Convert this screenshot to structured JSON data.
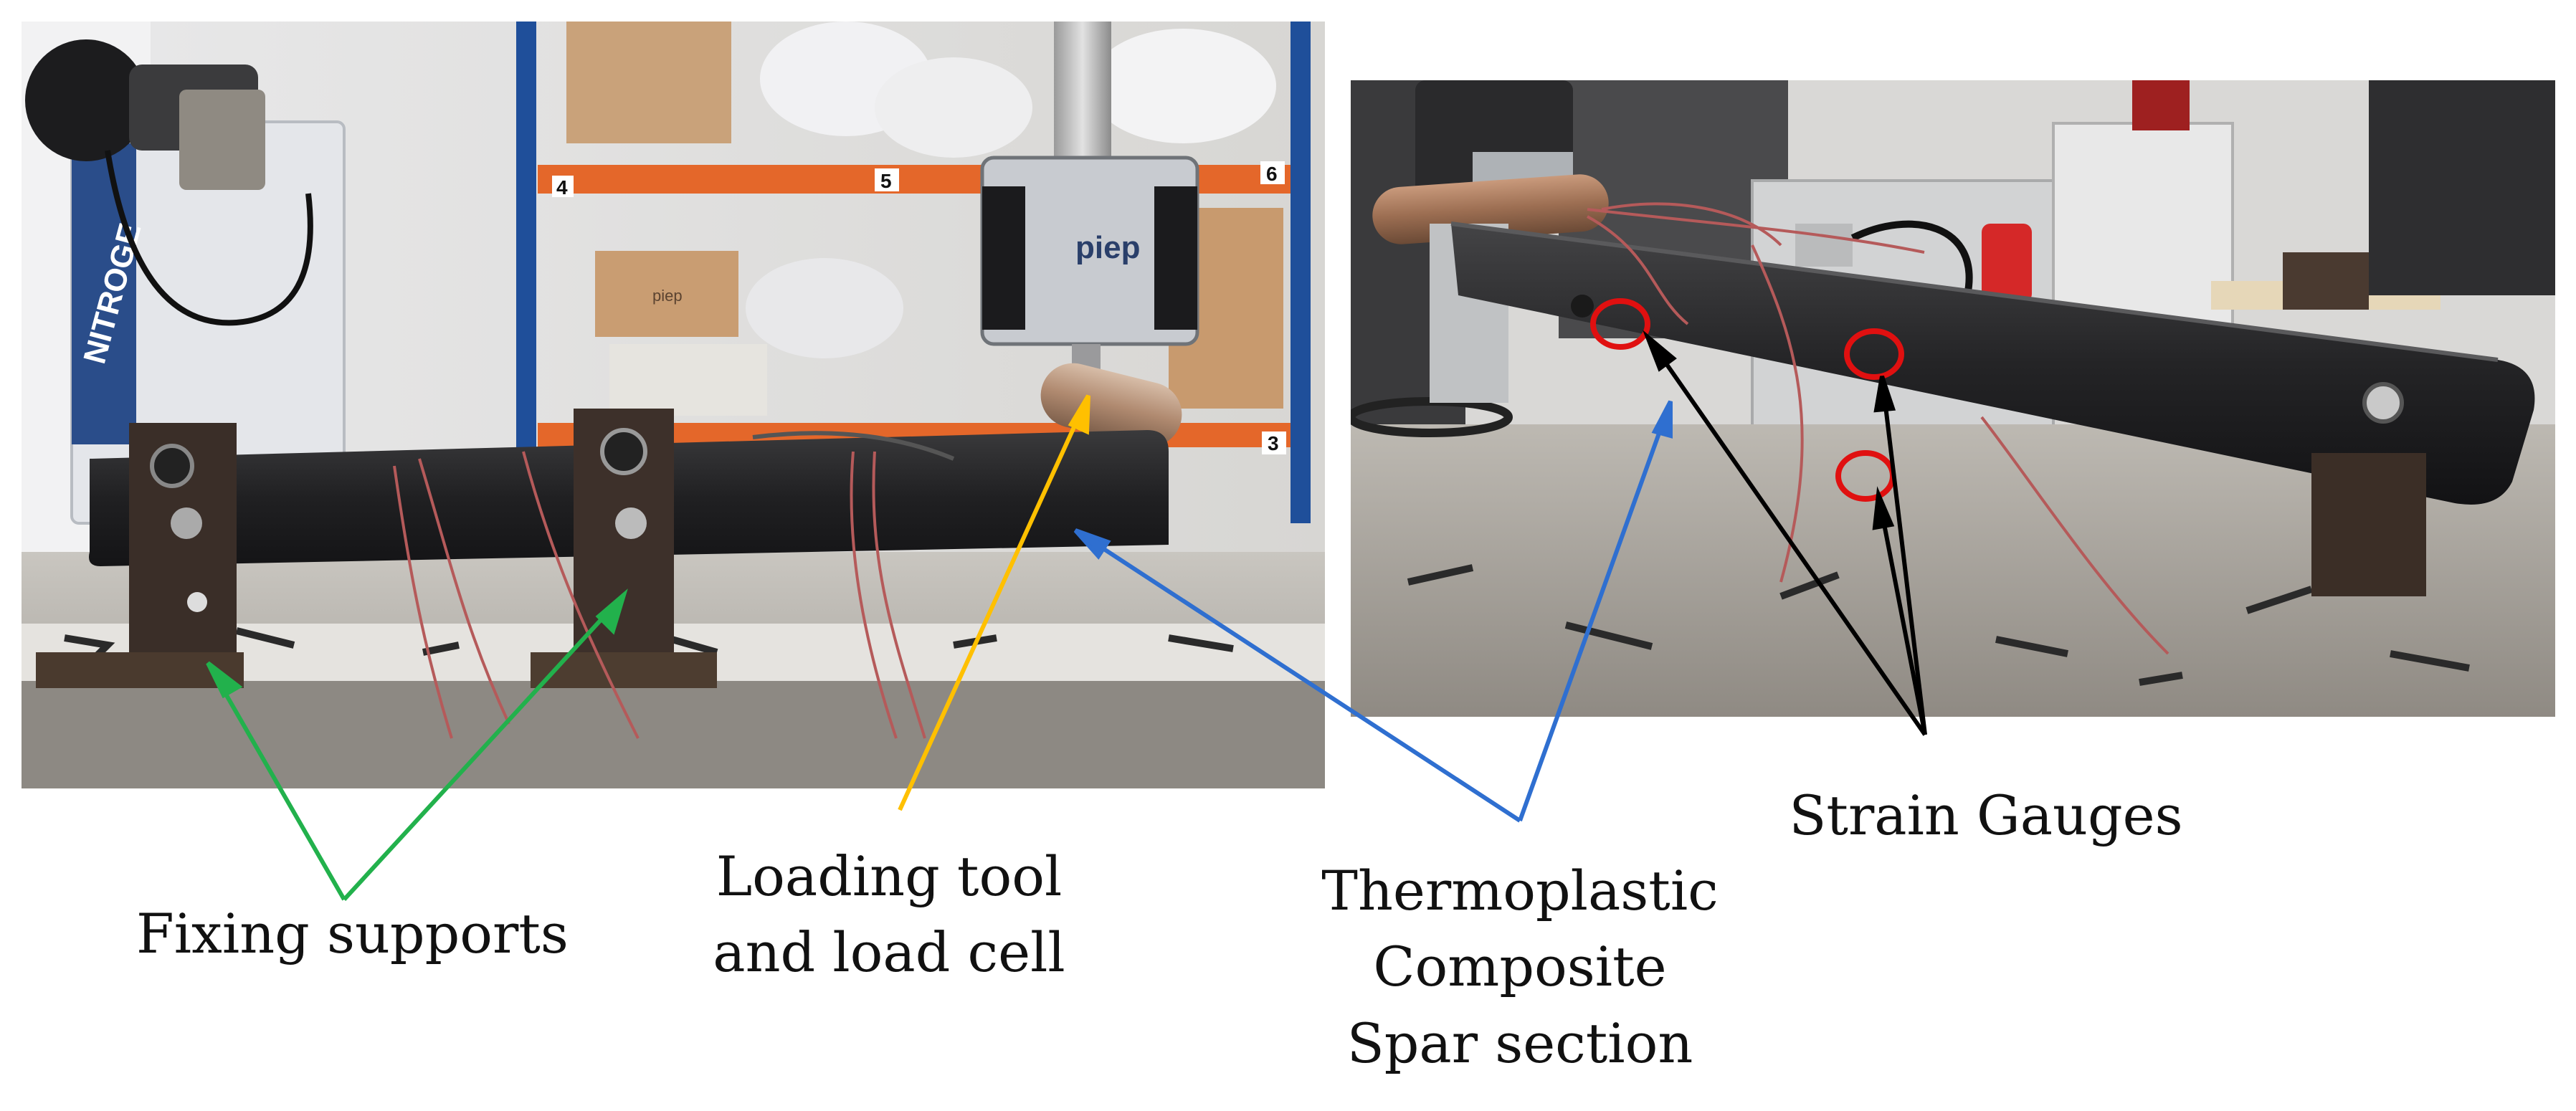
{
  "labels": {
    "fixing_supports": "Fixing supports",
    "loading_tool_line1": "Loading tool",
    "loading_tool_line2": "and load cell",
    "spar_line1": "Thermoplastic",
    "spar_line2": "Composite",
    "spar_line3": "Spar section",
    "strain_gauges": "Strain Gauges"
  },
  "photo_left_text": {
    "rack_4": "4",
    "rack_5": "5",
    "rack_6": "6",
    "rack_3": "3",
    "load_cell_brand": "piep",
    "box_brand": "piep",
    "nitrogen_unit": "NITROGE"
  },
  "colors": {
    "callout_fixing": "#22b14c",
    "callout_loading": "#ffc000",
    "callout_spar": "#2f6fd0",
    "callout_gauges": "#000000",
    "gauge_markers": "#e01010"
  }
}
